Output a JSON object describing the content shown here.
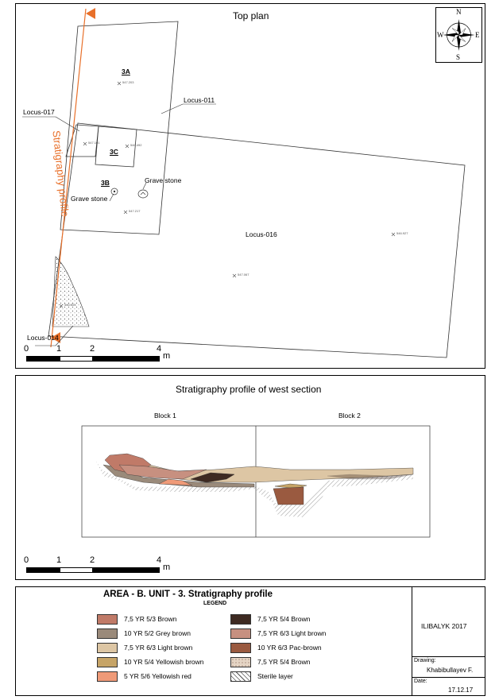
{
  "top_plan": {
    "title": "Top plan",
    "compass": {
      "n": "N",
      "s": "S",
      "e": "E",
      "w": "W"
    },
    "labels": {
      "sq_3a": "3A",
      "sq_3b": "3B",
      "sq_3c": "3C",
      "locus_011": "Locus-011",
      "locus_017": "Locus-017",
      "locus_016": "Locus-016",
      "locus_014": "Locus-014",
      "grave_stone_1": "Grave stone",
      "grave_stone_2": "Grave stone",
      "profile": "Stratigraphy profile"
    },
    "elevations": {
      "e1": "547.203",
      "e2": "546.492",
      "e3": "547.217",
      "e4": "546.927",
      "e5": "547.067",
      "e6": "546.503",
      "e7": "547.101"
    },
    "scale": {
      "t0": "0",
      "t1": "1",
      "t2": "2",
      "t4": "4",
      "unit": "m"
    }
  },
  "section": {
    "title": "Stratigraphy profile of west section",
    "block1": "Block 1",
    "block2": "Block 2",
    "scale": {
      "t0": "0",
      "t1": "1",
      "t2": "2",
      "t4": "4",
      "unit": "m"
    }
  },
  "footer": {
    "title": "AREA - B. UNIT - 3. Stratigraphy profile",
    "legend_heading": "LEGEND",
    "project": "ILIBALYK 2017",
    "drawing_label": "Drawing:",
    "drawing_value": "Khabibullayev F.",
    "date_label": "Date:",
    "date_value": "17.12.17",
    "legend": [
      {
        "label": "7,5 YR 5/3 Brown",
        "color": "#c07a68"
      },
      {
        "label": "10 YR 5/2 Grey brown",
        "color": "#9a8a7a"
      },
      {
        "label": "7,5 YR 6/3 Light brown",
        "color": "#ddc6a4"
      },
      {
        "label": "10 YR 5/4 Yellowish brown",
        "color": "#c6a467"
      },
      {
        "label": "5 YR 5/6 Yellowish red",
        "color": "#ef9a78"
      },
      {
        "label": "7,5 YR 5/4 Brown",
        "color": "#3e2a22"
      },
      {
        "label": "7,5 YR 6/3 Light brown",
        "color": "#c79080"
      },
      {
        "label": "10 YR 6/3 Pac-brown",
        "color": "#9a5a40"
      },
      {
        "label": "7,5 YR 5/4 Brown",
        "color": "#e5d5c5"
      },
      {
        "label": "Sterile layer",
        "color": "#ffffff"
      }
    ],
    "sterile_pattern": "hatch",
    "speckle_pattern": "dots"
  },
  "colors": {
    "accent": "#e8702a"
  }
}
